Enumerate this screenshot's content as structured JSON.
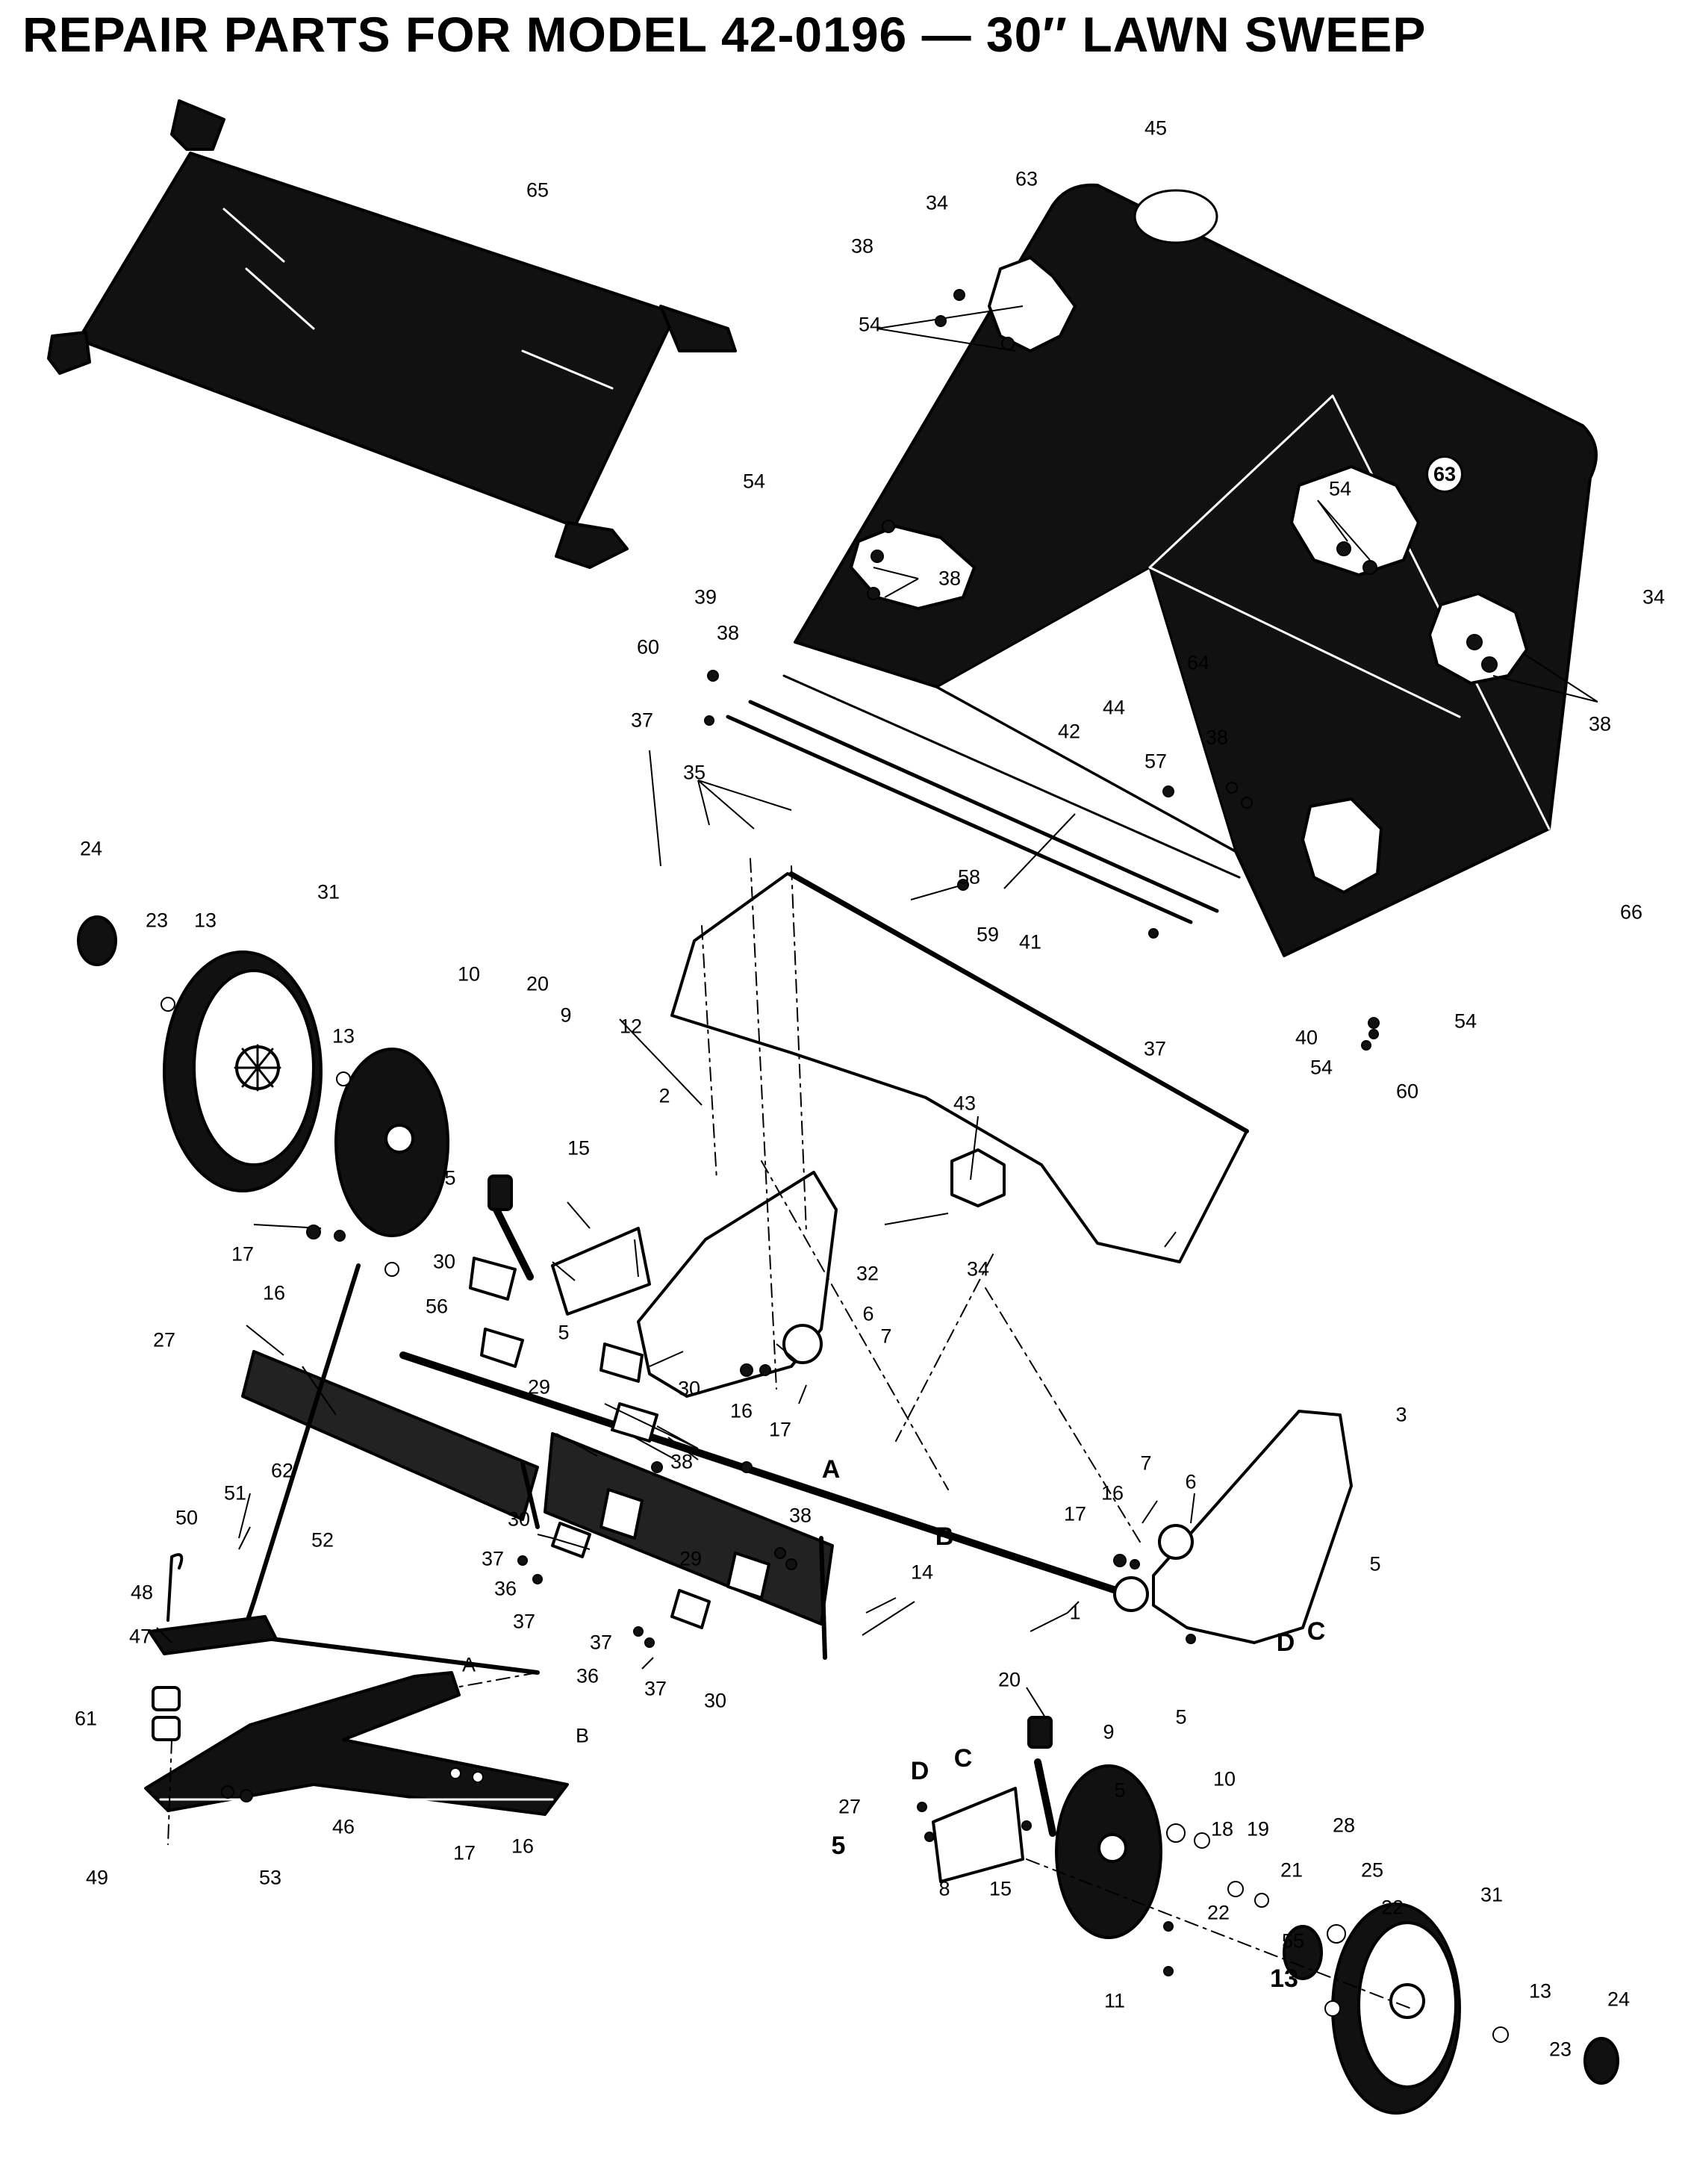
{
  "title": "REPAIR PARTS FOR MODEL 42-0196 — 30′′ LAWN SWEEP",
  "callouts": [
    "45",
    "63",
    "34",
    "38",
    "54",
    "65",
    "54",
    "63",
    "54",
    "38",
    "34",
    "39",
    "38",
    "60",
    "64",
    "38",
    "37",
    "44",
    "42",
    "57",
    "38",
    "35",
    "58",
    "59",
    "66",
    "24",
    "31",
    "23",
    "13",
    "41",
    "37",
    "40",
    "54",
    "54",
    "60",
    "10",
    "20",
    "13",
    "9",
    "12",
    "43",
    "2",
    "15",
    "5",
    "17",
    "16",
    "34",
    "32",
    "30",
    "56",
    "6",
    "7",
    "27",
    "5",
    "29",
    "30",
    "16",
    "17",
    "62",
    "A",
    "3",
    "38",
    "51",
    "50",
    "52",
    "7",
    "16",
    "6",
    "17",
    "B",
    "5",
    "48",
    "38",
    "30",
    "37",
    "36",
    "29",
    "14",
    "1",
    "47",
    "37",
    "37",
    "D",
    "C",
    "A",
    "61",
    "36",
    "37",
    "30",
    "B",
    "5",
    "20",
    "9",
    "D",
    "C",
    "5",
    "27",
    "10",
    "46",
    "5",
    "18",
    "19",
    "28",
    "17",
    "16",
    "21",
    "25",
    "49",
    "53",
    "8",
    "15",
    "22",
    "22",
    "31",
    "55",
    "13",
    "11",
    "13",
    "23",
    "24"
  ]
}
